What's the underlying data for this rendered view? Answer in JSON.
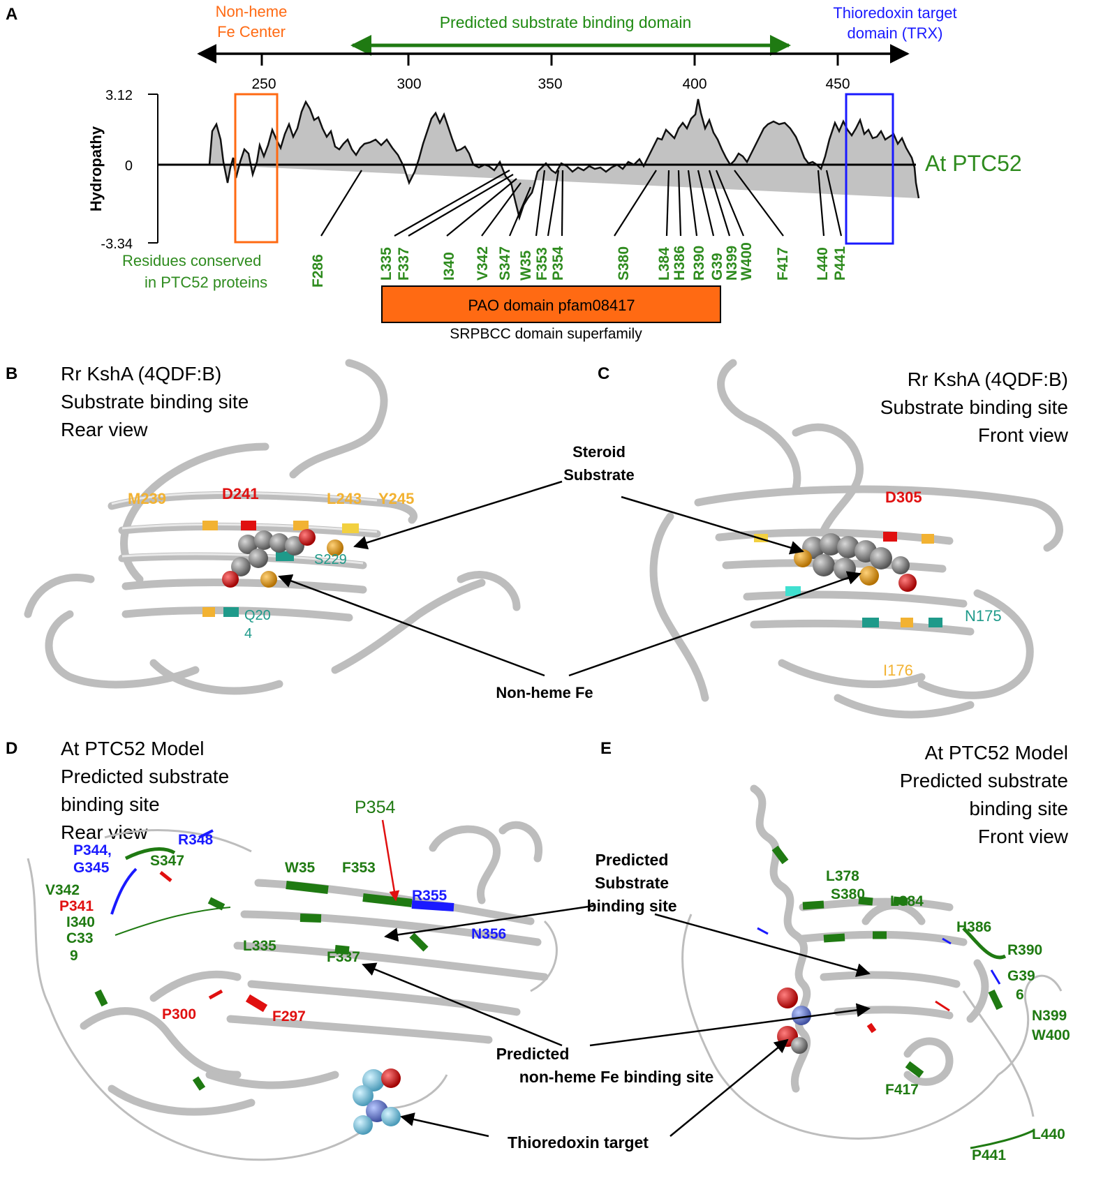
{
  "panels": {
    "A": "A",
    "B": "B",
    "C": "C",
    "D": "D",
    "E": "E"
  },
  "colors": {
    "green_label": "#2e8b1e",
    "dark_green": "#1f7a12",
    "orange": "#ff6a13",
    "blue": "#1a1aff",
    "red": "#e01010",
    "gold": "#f2b232",
    "teal": "#1f9a8a",
    "ribbon": "#c9c9c9"
  },
  "panel_a": {
    "nonheme_line1": "Non-heme",
    "nonheme_line2": "Fe Center",
    "predicted_domain": "Predicted substrate binding domain",
    "trx_line1": "Thioredoxin target",
    "trx_line2": "domain (TRX)",
    "ticks": [
      "250",
      "300",
      "350",
      "400",
      "450"
    ],
    "y_top": "3.12",
    "y_zero": "0",
    "y_bottom": "-3.34",
    "y_label": "Hydropathy",
    "protein_label": "At PTC52",
    "conserved_line1": "Residues conserved",
    "conserved_line2": "in PTC52  proteins",
    "residues": [
      "F286",
      "L335",
      "F337",
      "I340",
      "V342",
      "S347",
      "W35",
      "F353",
      "P354",
      "S380",
      "L384",
      "H386",
      "R390",
      "G39",
      "N399",
      "W400",
      "F417",
      "L440",
      "P441"
    ],
    "pao_domain": "PAO domain pfam08417",
    "srpbcc": "SRPBCC  domain  superfamily"
  },
  "panel_b": {
    "title1": "Rr KshA  (4QDF:B)",
    "title2": "Substrate  binding site",
    "title3": "Rear view",
    "m239": "M239",
    "d241": "D241",
    "l243": "L243",
    "y245": "Y245",
    "s229": "S229",
    "q20": "Q20",
    "q20b": "4"
  },
  "panel_c": {
    "title1": "Rr KshA  (4QDF:B)",
    "title2": "Substrate  binding site",
    "title3": "Front view",
    "d305": "D305",
    "n175": "N175",
    "i176": "I176"
  },
  "shared_bc": {
    "steroid1": "Steroid",
    "steroid2": "Substrate",
    "nonheme": "Non-heme Fe"
  },
  "panel_d": {
    "title1": "At PTC52 Model",
    "title2": "Predicted substrate",
    "title3": "binding site",
    "title4": "Rear view",
    "p354": "P354",
    "p344": "P344,",
    "g345": "G345",
    "r348": "R348",
    "s347": "S347",
    "v342": "V342",
    "p341": "P341",
    "i340": "I340",
    "c33": "C33",
    "c33b": "9",
    "w35": "W35",
    "f353": "F353",
    "r355": "R355",
    "n356": "N356",
    "l335": "L335",
    "f337": "F337",
    "p300": "P300",
    "f297": "F297"
  },
  "panel_e": {
    "title1": "At PTC52 Model",
    "title2": "Predicted substrate",
    "title3": "binding site",
    "title4": "Front view",
    "l378": "L378",
    "s380": "S380",
    "l384": "L384",
    "h386": "H386",
    "r390": "R390",
    "g39": "G39",
    "g39b": "6",
    "n399": "N399",
    "w400": "W400",
    "f417": "F417",
    "l440": "L440",
    "p441": "P441"
  },
  "shared_de": {
    "pred_sub1": "Predicted",
    "pred_sub2": "Substrate",
    "pred_sub3": "binding site",
    "pred_fe1": "Predicted",
    "pred_fe2": "non-heme Fe binding site",
    "thioredoxin": "Thioredoxin target"
  }
}
